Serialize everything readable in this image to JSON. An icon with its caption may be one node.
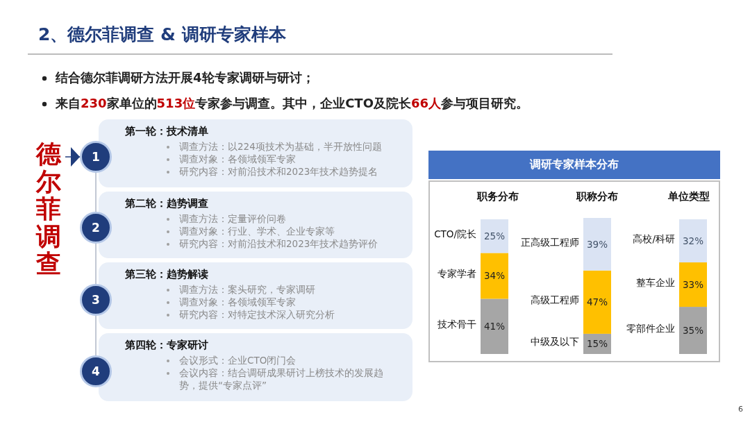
{
  "diagram": {
    "title": "2、德尔菲调查 & 调研专家样本",
    "nodes": [
      {
        "text": [
          "德尔菲调查"
        ]
      },
      {
        "text": [
          "1"
        ]
      },
      {
        "text": [
          "第一轮：技术清单",
          "调查方法：以224项技术为基础，半开放性问题",
          "调查对象：各领域领军专家",
          "研究内容：对前沿技术和2023年技术趋势提名"
        ]
      },
      {
        "text": [
          "2"
        ]
      },
      {
        "text": [
          "第二轮：趋势调查",
          "调查方法：定量评价问卷",
          "调查对象：行业、学术、企业专家等",
          "研究内容：对前沿技术和2023年技术趋势评价"
        ]
      },
      {
        "text": [
          "3"
        ]
      },
      {
        "text": [
          "第三轮：趋势解读",
          "调查方法：案头研究，专家调研",
          "调查对象：各领域领军专家",
          "研究内容：对特定技术深入研究分析"
        ]
      },
      {
        "text": [
          "4"
        ]
      },
      {
        "text": [
          "第四轮：专家研讨",
          "会议形式：企业CTO闭门会",
          "会议内容：结合调研成果研讨上榜技术的发展趋势，提供“专家点评”"
        ]
      }
    ],
    "edges": [
      {
        "from": 0,
        "to": 1,
        "arrow": "to",
        "color": "#203d7c"
      },
      {
        "from": 1,
        "to": 3,
        "arrow": "none"
      },
      {
        "from": 3,
        "to": 5,
        "arrow": "none"
      },
      {
        "from": 5,
        "to": 7,
        "arrow": "none"
      }
    ],
    "labels": [
      "结合德尔菲调研方法开展4轮专家调研与研讨；",
      "来自**230**家单位的**513位**专家参与调查。其中，企业CTO及院长**66人**参与项目研究。",
      "CTO/院长",
      "正高级工程师",
      "高校/科研",
      "专家学者",
      "高级工程师",
      "整车企业",
      "技术骨干",
      "中级及以下",
      "零部件企业",
      "6"
    ],
    "chart_data": {
      "type": "bar",
      "title": "调研专家样本分布",
      "stacked": true,
      "orientation": "vertical",
      "categories": [
        "职务分布",
        "职称分布",
        "单位类型"
      ],
      "series": [
        {
          "color": "#a6a6a6",
          "values": [
            41,
            15,
            35
          ],
          "value_labels": [
            "41%",
            "15%",
            "35%"
          ]
        },
        {
          "color": "#ffc000",
          "values": [
            34,
            47,
            33
          ],
          "value_labels": [
            "34%",
            "47%",
            "33%"
          ]
        },
        {
          "color": "#dae3f3",
          "values": [
            25,
            39,
            32
          ],
          "value_labels": [
            "25%",
            "39%",
            "32%"
          ]
        }
      ],
      "data_labels": true
    }
  }
}
